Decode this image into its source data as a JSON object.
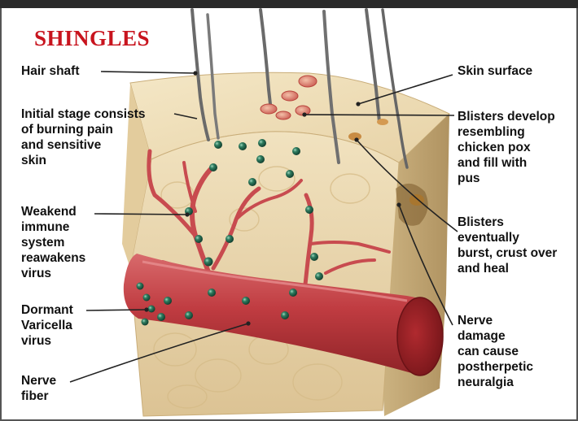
{
  "title": "SHINGLES",
  "colors": {
    "title": "#c8141e",
    "skin": "#eedcb4",
    "skin_dark": "#d9c08e",
    "vessel": "#c94a4f",
    "nerve": "#b0373a",
    "virus": "#1f5e48"
  },
  "labels": {
    "hair_shaft": "Hair shaft",
    "initial_stage": "Initial stage consists\nof burning pain\nand sensitive\nskin",
    "weakened_immune": "Weakend\nimmune\nsystem\nreawakens\nvirus",
    "dormant_virus": "Dormant\nVaricella\nvirus",
    "nerve_fiber": "Nerve\nfiber",
    "skin_surface": "Skin surface",
    "blisters_develop": "Blisters develop\nresembling\nchicken pox\nand fill with\npus",
    "blisters_burst": "Blisters\neventually\nburst, crust over\nand heal",
    "nerve_damage": "Nerve\ndamage\ncan cause\npostherpetic\nneuralgia"
  }
}
